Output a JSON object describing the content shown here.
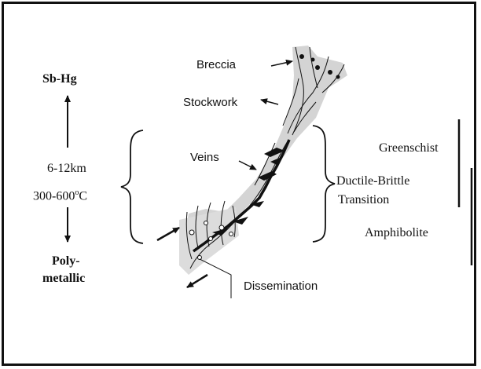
{
  "labels": {
    "breccia": "Breccia",
    "stockwork": "Stockwork",
    "veins": "Veins",
    "dissemination": "Dissemination",
    "sb_hg": "Sb-Hg",
    "depth": "6-12km",
    "temperature": "300-600",
    "temperature_sup": "o",
    "temperature_unit": "C",
    "poly_line1": "Poly-",
    "poly_line2": "metallic",
    "greenschist": "Greenschist",
    "ductile_brittle_line1": "Ductile-Brittle",
    "ductile_brittle_line2": "Transition",
    "amphibolite": "Amphibolite"
  },
  "colors": {
    "ink": "#111111",
    "fill": "#cfcfcf",
    "background": "#ffffff"
  }
}
